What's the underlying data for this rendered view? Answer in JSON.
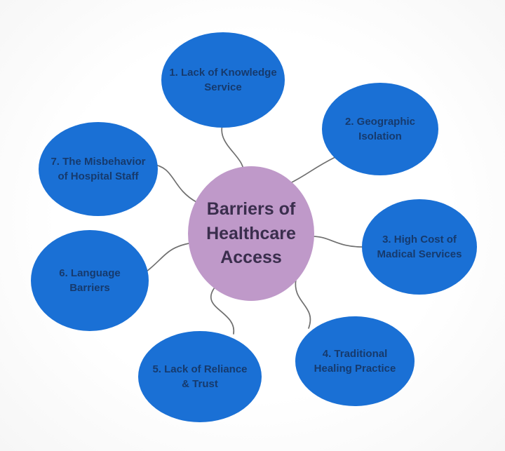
{
  "theme": {
    "background": "#fefefe",
    "node_fill": "#1a70d5",
    "node_text": "#163a6d",
    "center_fill": "#bf99c9",
    "center_text": "#3a2e4d",
    "connector_stroke": "#6f6f6f"
  },
  "diagram": {
    "title": "Barriers of Healthcare Access",
    "type": "mind-map",
    "center": {
      "label": "Barriers of\nHealthcare\nAccess"
    },
    "nodes": [
      {
        "id": 1,
        "label": "1. Lack of Knowledge\nService"
      },
      {
        "id": 2,
        "label": "2. Geographic\nIsolation"
      },
      {
        "id": 3,
        "label": "3. High Cost of\nMadical Services"
      },
      {
        "id": 4,
        "label": "4. Traditional\nHealing Practice"
      },
      {
        "id": 5,
        "label": "5. Lack of Reliance\n& Trust"
      },
      {
        "id": 6,
        "label": "6. Language\nBarriers"
      },
      {
        "id": 7,
        "label": "7. The Misbehavior\nof Hospital Staff"
      }
    ]
  }
}
